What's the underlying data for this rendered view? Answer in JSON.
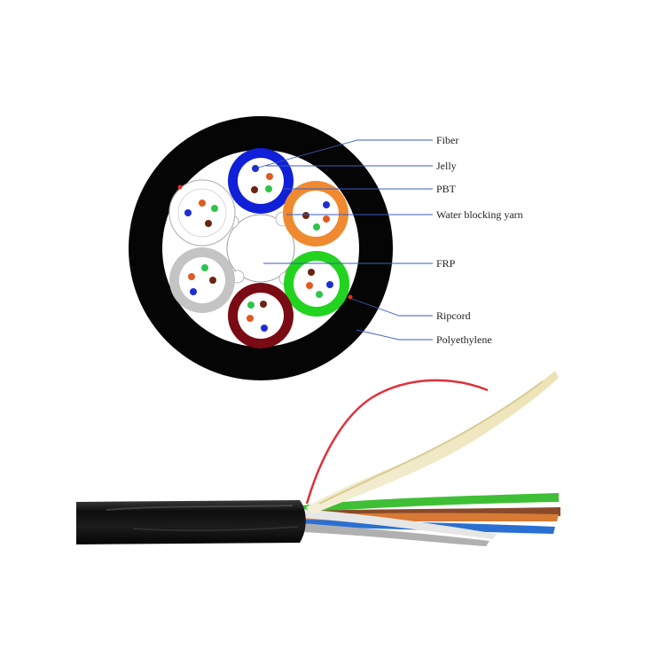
{
  "labels": {
    "fiber": "Fiber",
    "jelly": "Jelly",
    "pbt": "PBT",
    "water_blocking_yarn": "Water blocking yarn",
    "frp": "FRP",
    "ripcord": "Ripcord",
    "polyethylene": "Polyethylene"
  },
  "colors": {
    "sheath": "#050505",
    "leader_line": "#3a5bbf",
    "ripcord_dot": "#e0301e",
    "tubes": [
      "#1020d8",
      "#f08a30",
      "#22d31f",
      "#7a0a14",
      "#c4c4c4",
      "#ffffff"
    ],
    "fibers": {
      "blue": "#1d2fd0",
      "orange": "#e05a20",
      "green": "#2ec44a",
      "brown": "#6b2412"
    }
  }
}
